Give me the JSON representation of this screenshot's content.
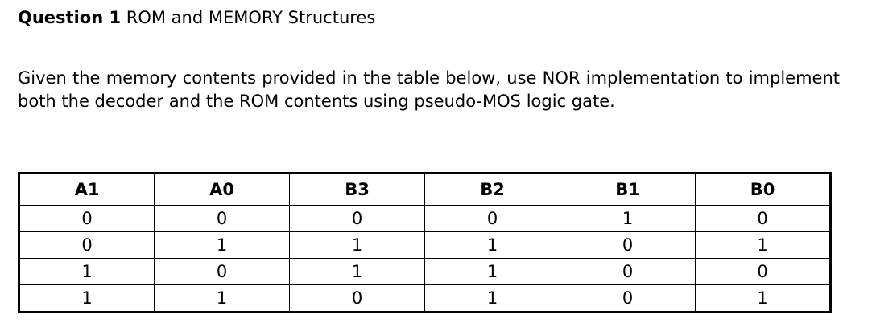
{
  "heading": {
    "label": "Question 1",
    "title": " ROM and MEMORY Structures"
  },
  "prompt": {
    "text": "Given the memory contents provided in the table below, use NOR implementation to implement both the decoder and the ROM contents using pseudo-MOS logic gate."
  },
  "table": {
    "columns": [
      "A1",
      "A0",
      "B3",
      "B2",
      "B1",
      "B0"
    ],
    "rows": [
      [
        "0",
        "0",
        "0",
        "0",
        "1",
        "0"
      ],
      [
        "0",
        "1",
        "1",
        "1",
        "0",
        "1"
      ],
      [
        "1",
        "0",
        "1",
        "1",
        "0",
        "0"
      ],
      [
        "1",
        "1",
        "0",
        "1",
        "0",
        "1"
      ]
    ]
  },
  "colors": {
    "text": "#000000",
    "background": "#ffffff",
    "border": "#000000"
  }
}
